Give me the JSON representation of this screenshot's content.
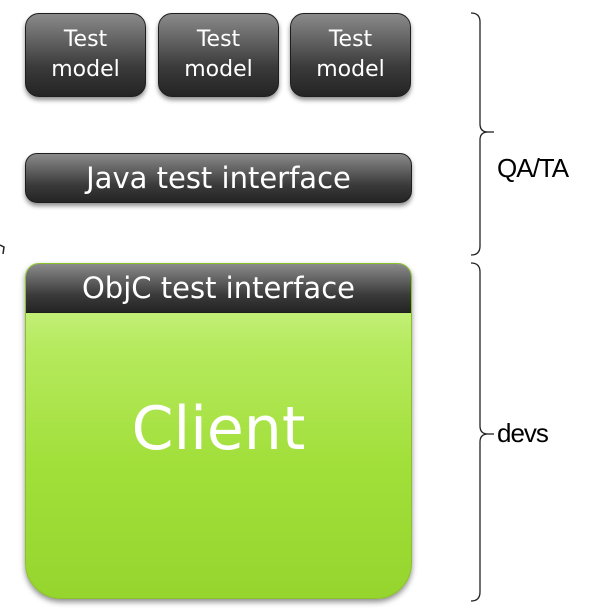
{
  "test_models": [
    {
      "line1": "Test",
      "line2": "model"
    },
    {
      "line1": "Test",
      "line2": "model"
    },
    {
      "line1": "Test",
      "line2": "model"
    }
  ],
  "java_interface": "Java test interface",
  "objc_interface": "ObjC test interface",
  "client": "Client",
  "braces": {
    "qa_label": "QA/TA",
    "dev_label": "devs"
  },
  "colors": {
    "dark_box": "#3a3a3a",
    "client_green": "#a1df3a",
    "text_on_box": "#ffffff"
  }
}
